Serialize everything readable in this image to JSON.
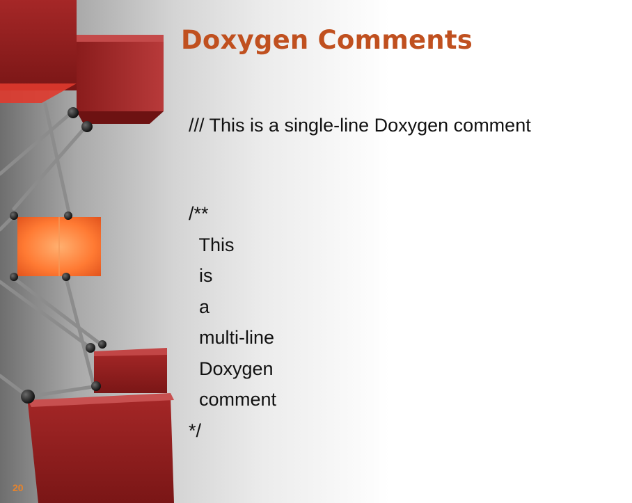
{
  "slide": {
    "title": "Doxygen Comments",
    "single_line_comment": "/// This is a single-line Doxygen comment",
    "multi_line_comment": [
      "/**",
      "  This",
      "  is",
      "  a",
      "  multi-line",
      "  Doxygen",
      "  comment",
      "*/"
    ],
    "page_number": "20"
  },
  "colors": {
    "title": "#c0501f",
    "page_number": "#e8832a",
    "cube_red": "#a82a2a",
    "cube_glow": "#ff8a3d"
  }
}
